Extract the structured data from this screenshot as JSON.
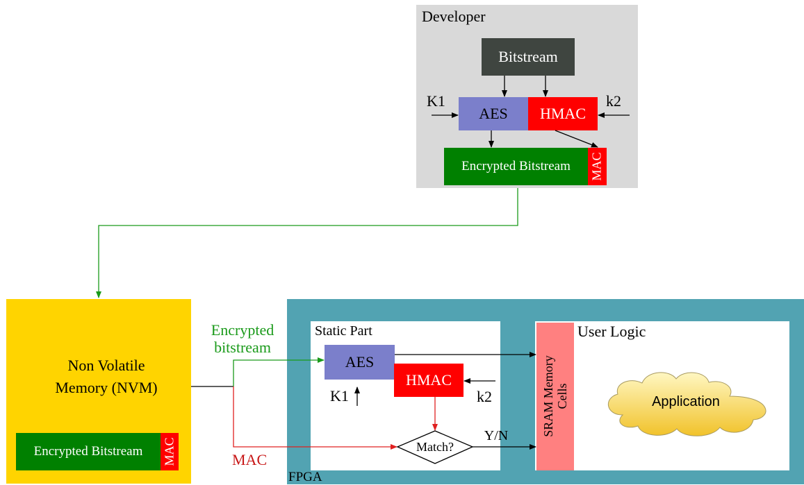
{
  "developer": {
    "title": "Developer",
    "bitstream_label": "Bitstream",
    "aes_label": "AES",
    "hmac_label": "HMAC",
    "k1_label": "K1",
    "k2_label": "k2",
    "encrypted_label": "Encrypted Bitstream",
    "mac_label": "MAC"
  },
  "nvm": {
    "title_line1": "Non Volatile",
    "title_line2": "Memory (NVM)",
    "encrypted_label": "Encrypted Bitstream",
    "mac_label": "MAC"
  },
  "links": {
    "encrypted_line1": "Encrypted",
    "encrypted_line2": "bitstream",
    "mac_label": "MAC"
  },
  "fpga": {
    "title": "FPGA",
    "static_part": {
      "title": "Static Part",
      "aes_label": "AES",
      "hmac_label": "HMAC",
      "k1_label": "K1",
      "k2_label": "k2",
      "match_label": "Match?",
      "yn_label": "Y/N"
    },
    "user_logic": {
      "title": "User Logic",
      "sram_line1": "SRAM Memory",
      "sram_line2": "Cells",
      "application_label": "Application"
    }
  },
  "colors": {
    "developer_bg": "#d9d9d9",
    "bitstream_bg": "#3f4540",
    "aes_bg": "#7b7fcb",
    "hmac_bg": "#ff0000",
    "encrypted_bg": "#008000",
    "nvm_bg": "#ffd400",
    "fpga_bg": "#52a3b2",
    "sram_bg": "#ff8080",
    "green_line": "#1a9a1a",
    "red_line": "#e02020"
  }
}
